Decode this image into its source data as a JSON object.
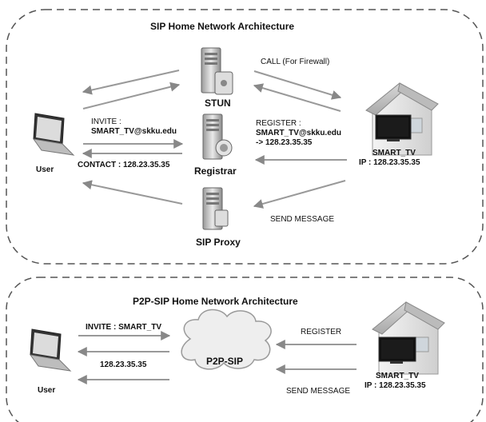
{
  "top": {
    "title": "SIP Home Network Architecture",
    "nodes": {
      "stun": "STUN",
      "registrar": "Registrar",
      "proxy": "SIP Proxy",
      "user": "User",
      "smart_tv_name": "SMART_TV",
      "smart_tv_ip": "IP : 128.23.35.35"
    },
    "messages": {
      "call": "CALL (For Firewall)",
      "invite_line1": "INVITE :",
      "invite_line2": "SMART_TV@skku.edu",
      "contact": "CONTACT : 128.23.35.35",
      "register_line1": "REGISTER :",
      "register_line2": "SMART_TV@skku.edu",
      "register_line3": "-> 128.23.35.35",
      "send_message": "SEND MESSAGE"
    }
  },
  "bottom": {
    "title": "P2P-SIP Home Network Architecture",
    "nodes": {
      "cloud": "P2P-SIP",
      "user": "User",
      "smart_tv_name": "SMART_TV",
      "smart_tv_ip": "IP : 128.23.35.35"
    },
    "messages": {
      "invite": "INVITE : SMART_TV",
      "ip": "128.23.35.35",
      "register": "REGISTER",
      "send_message": "SEND MESSAGE"
    }
  }
}
